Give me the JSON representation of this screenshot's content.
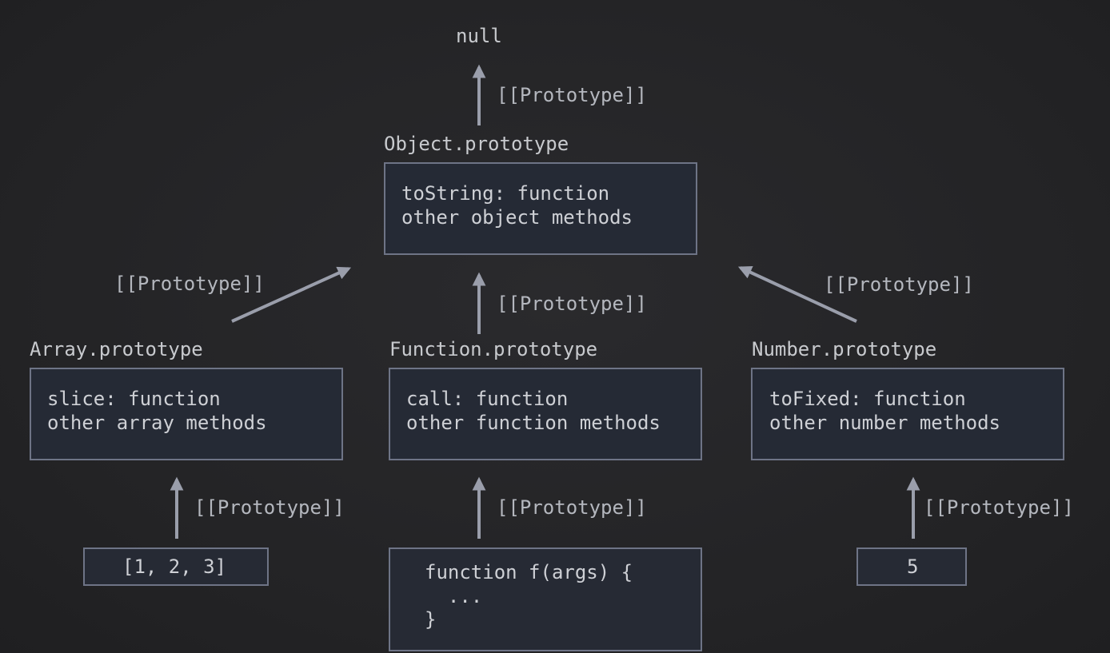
{
  "nodes": {
    "null": "null",
    "object_prototype": {
      "title": "Object.prototype",
      "lines": [
        "toString: function",
        "other object methods"
      ]
    },
    "array_prototype": {
      "title": "Array.prototype",
      "lines": [
        "slice: function",
        "other array methods"
      ]
    },
    "function_prototype": {
      "title": "Function.prototype",
      "lines": [
        "call: function",
        "other function methods"
      ]
    },
    "number_prototype": {
      "title": "Number.prototype",
      "lines": [
        "toFixed: function",
        "other number methods"
      ]
    },
    "array_instance": "[1, 2, 3]",
    "function_instance": [
      "function f(args) {",
      "  ...",
      "}"
    ],
    "number_instance": "5"
  },
  "edges": {
    "label": "[[Prototype]]"
  },
  "colors": {
    "background": "#252527",
    "box_border": "#6e7486",
    "box_fill": "#252a35",
    "arrow": "#9a9eab",
    "text": "#c8cace"
  }
}
